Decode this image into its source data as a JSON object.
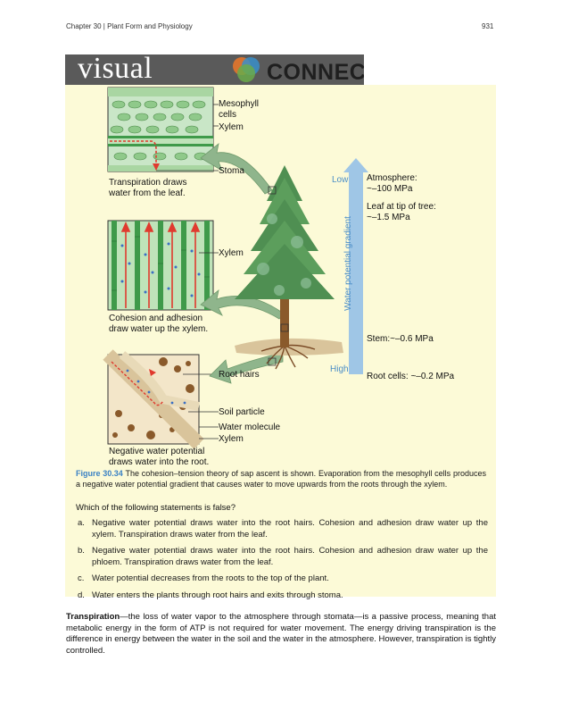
{
  "header": {
    "chapter": "Chapter 30 | Plant Form and Physiology",
    "page_number": "931"
  },
  "banner": {
    "word_visual": "visual",
    "word_connection": "CONNECTION"
  },
  "figure": {
    "labels": {
      "mesophyll": "Mesophyll cells",
      "xylem_top": "Xylem",
      "stoma": "Stoma",
      "transpiration": "Transpiration draws water from the leaf.",
      "xylem_mid": "Xylem",
      "cohesion": "Cohesion and adhesion draw water up the xylem.",
      "root_hairs": "Root hairs",
      "soil_particle": "Soil particle",
      "water_molecule": "Water molecule",
      "xylem_bottom": "Xylem",
      "negative_wp": "Negative water potential draws water into the root.",
      "low": "Low",
      "high": "High",
      "gradient": "Water potential gradient",
      "atmosphere": "Atmosphere:",
      "atmosphere_value": "~–100 MPa",
      "leaf_tip": "Leaf at tip of tree:",
      "leaf_tip_value": "~–1.5 MPa",
      "stem": "Stem:~–0.6 MPa",
      "root_cells": "Root cells: ~–0.2 MPa"
    },
    "colors": {
      "panel": "#fcfad7",
      "arrow_blue": "#9fc6e6",
      "label_blue": "#4b8ec7",
      "water_arrow": "#e03a2e",
      "xylem_green": "#3f9a4a"
    },
    "caption_label": "Figure 30.34",
    "caption_text": "The cohesion–tension theory of sap ascent is shown. Evaporation from the mesophyll cells produces a negative water potential gradient that causes water to move upwards from the roots through the xylem."
  },
  "question": {
    "prompt": "Which of the following statements is false?",
    "options": [
      {
        "letter": "a.",
        "text": "Negative water potential draws water into the root hairs. Cohesion and adhesion draw water up the xylem. Transpiration draws water from the leaf."
      },
      {
        "letter": "b.",
        "text": "Negative water potential draws water into the root hairs. Cohesion and adhesion draw water up the phloem. Transpiration draws water from the leaf."
      },
      {
        "letter": "c.",
        "text": "Water potential decreases from the roots to the top of the plant."
      },
      {
        "letter": "d.",
        "text": "Water enters the plants through root hairs and exits through stoma."
      }
    ]
  },
  "body": {
    "term": "Transpiration",
    "text": "—the loss of water vapor to the atmosphere through stomata—is a passive process, meaning that metabolic energy in the form of ATP is not required for water movement. The energy driving transpiration is the difference in energy between the water in the soil and the water in the atmosphere. However, transpiration is tightly controlled."
  }
}
